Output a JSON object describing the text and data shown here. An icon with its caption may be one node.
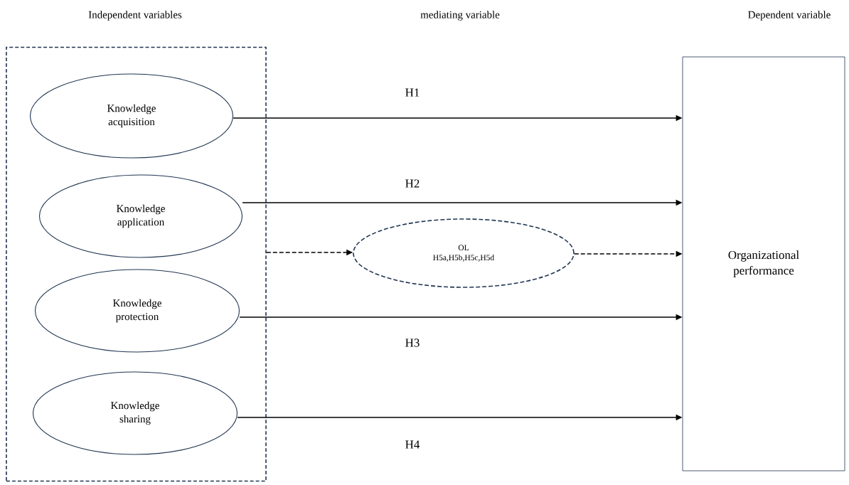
{
  "diagram": {
    "nodes": [
      {
        "text": [
          "Independent variables"
        ]
      },
      {
        "text": [
          "Knowledge acquisition"
        ],
        "in": 0
      },
      {
        "text": [
          "Knowledge application"
        ],
        "in": 0
      },
      {
        "text": [
          "Knowledge protection"
        ],
        "in": 0
      },
      {
        "text": [
          "Knowledge sharing"
        ],
        "in": 0
      },
      {
        "text": [
          "OL",
          "H5a,H5b,H5c,H5d"
        ]
      },
      {
        "text": [
          "Dependent variable",
          "Organizational performance"
        ]
      }
    ],
    "edges": [
      {
        "from": 1,
        "to": 6,
        "arrow": "to",
        "label": "H1"
      },
      {
        "from": 2,
        "to": 6,
        "arrow": "to",
        "label": "H2"
      },
      {
        "from": 0,
        "to": 5,
        "arrow": "to",
        "style": "dashed"
      },
      {
        "from": 5,
        "to": 6,
        "arrow": "to",
        "style": "dashed"
      },
      {
        "from": 3,
        "to": 6,
        "arrow": "to",
        "label": "H3"
      },
      {
        "from": 4,
        "to": 6,
        "arrow": "to",
        "label": "H4"
      }
    ],
    "labels": [
      "mediating variable"
    ]
  }
}
